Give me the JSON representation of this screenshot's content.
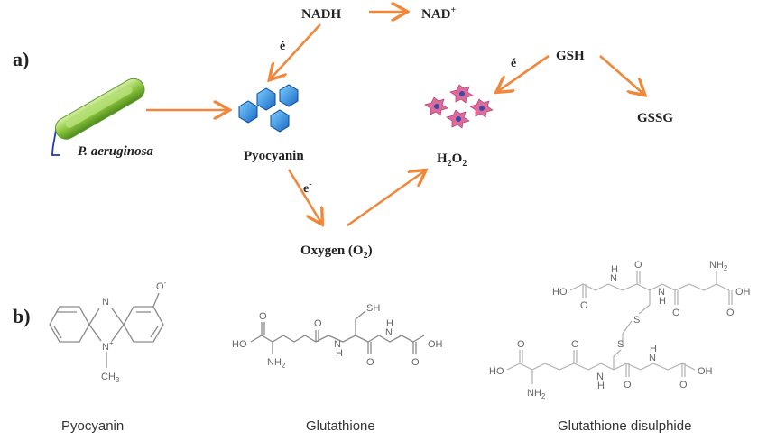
{
  "panel_a": {
    "label": "a)",
    "bacterium": "P. aeruginosa",
    "pyocyanin": "Pyocyanin",
    "nadh": "NADH",
    "nad_plus": "NAD",
    "nad_plus_sup": "+",
    "electron_1": "é",
    "electron_2": "é",
    "electron_3": "e",
    "electron_3_sup": "-",
    "gsh": "GSH",
    "gssg": "GSSG",
    "h2o2_h": "H",
    "h2o2_2a": "2",
    "h2o2_o": "O",
    "h2o2_2b": "2",
    "oxygen_a": "Oxygen (O",
    "oxygen_sub": "2",
    "oxygen_b": ")"
  },
  "panel_b": {
    "label": "b)",
    "pyocyanin_name": "Pyocyanin",
    "glutathione_name": "Glutathione",
    "gssg_name": "Glutathione disulphide",
    "atoms": {
      "pyo_O": "O",
      "pyo_O_sup": "-",
      "pyo_N": "N",
      "pyo_Nplus": "N",
      "pyo_plus": "+",
      "pyo_CH3": "CH",
      "pyo_CH3_sub": "3",
      "glu_HO": "HO",
      "glu_O1": "O",
      "glu_NH2": "NH",
      "glu_NH2_sub": "2",
      "glu_O2": "O",
      "glu_N1": "N",
      "glu_H1": "H",
      "glu_SH": "SH",
      "glu_N2": "N",
      "glu_H2": "H",
      "glu_O3": "O",
      "glu_O4": "O",
      "glu_OH": "OH",
      "dis_HO1": "HO",
      "dis_O1": "O",
      "dis_N1": "N",
      "dis_H1": "H",
      "dis_N2": "N",
      "dis_H2": "H",
      "dis_O2": "O",
      "dis_O3": "O",
      "dis_NH2a": "NH",
      "dis_NH2a_sub": "2",
      "dis_OHa": "OH",
      "dis_O4": "O",
      "dis_S1": "S",
      "dis_S2": "S",
      "dis_HO2": "HO",
      "dis_O5": "O",
      "dis_NH2b": "NH",
      "dis_NH2b_sub": "2",
      "dis_O6": "O",
      "dis_N3": "N",
      "dis_H3": "H",
      "dis_N4": "N",
      "dis_H4": "H",
      "dis_O7": "O",
      "dis_OHb": "OH",
      "dis_O8": "O"
    }
  },
  "colors": {
    "arrow": "#f0873a",
    "pyocyanin_crystal": "#1e7fd6",
    "h2o2_star": "#e06a9a",
    "h2o2_core": "#3a4aa8",
    "bacterium": "#8cc63f",
    "flagellum": "#1a3da8"
  }
}
